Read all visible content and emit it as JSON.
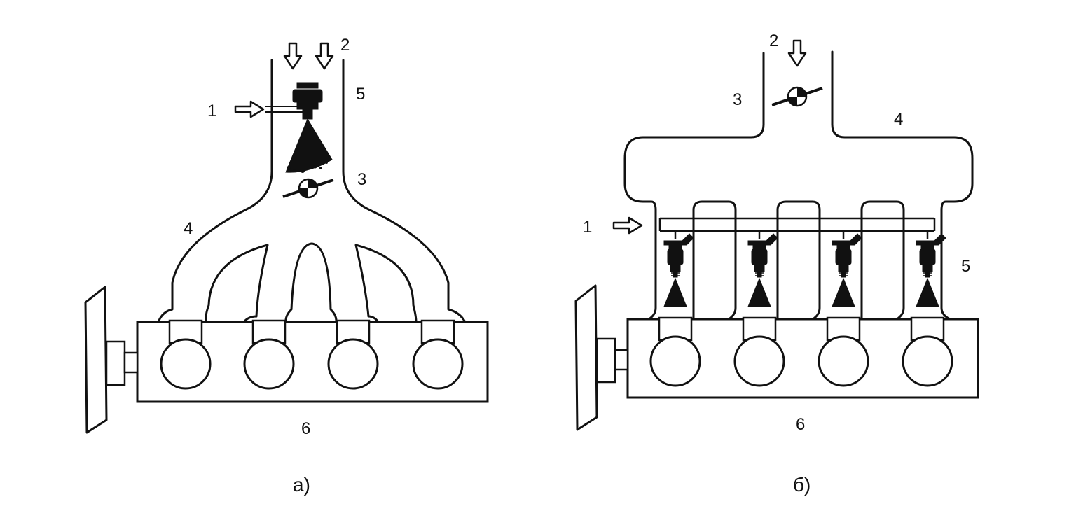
{
  "figure_a": {
    "caption": "а)",
    "labels": {
      "l1": "1",
      "l2": "2",
      "l3": "3",
      "l4": "4",
      "l5": "5",
      "l6": "6"
    }
  },
  "figure_b": {
    "caption": "б)",
    "labels": {
      "l1": "1",
      "l2": "2",
      "l3": "3",
      "l4": "4",
      "l5": "5",
      "l6": "6"
    }
  }
}
